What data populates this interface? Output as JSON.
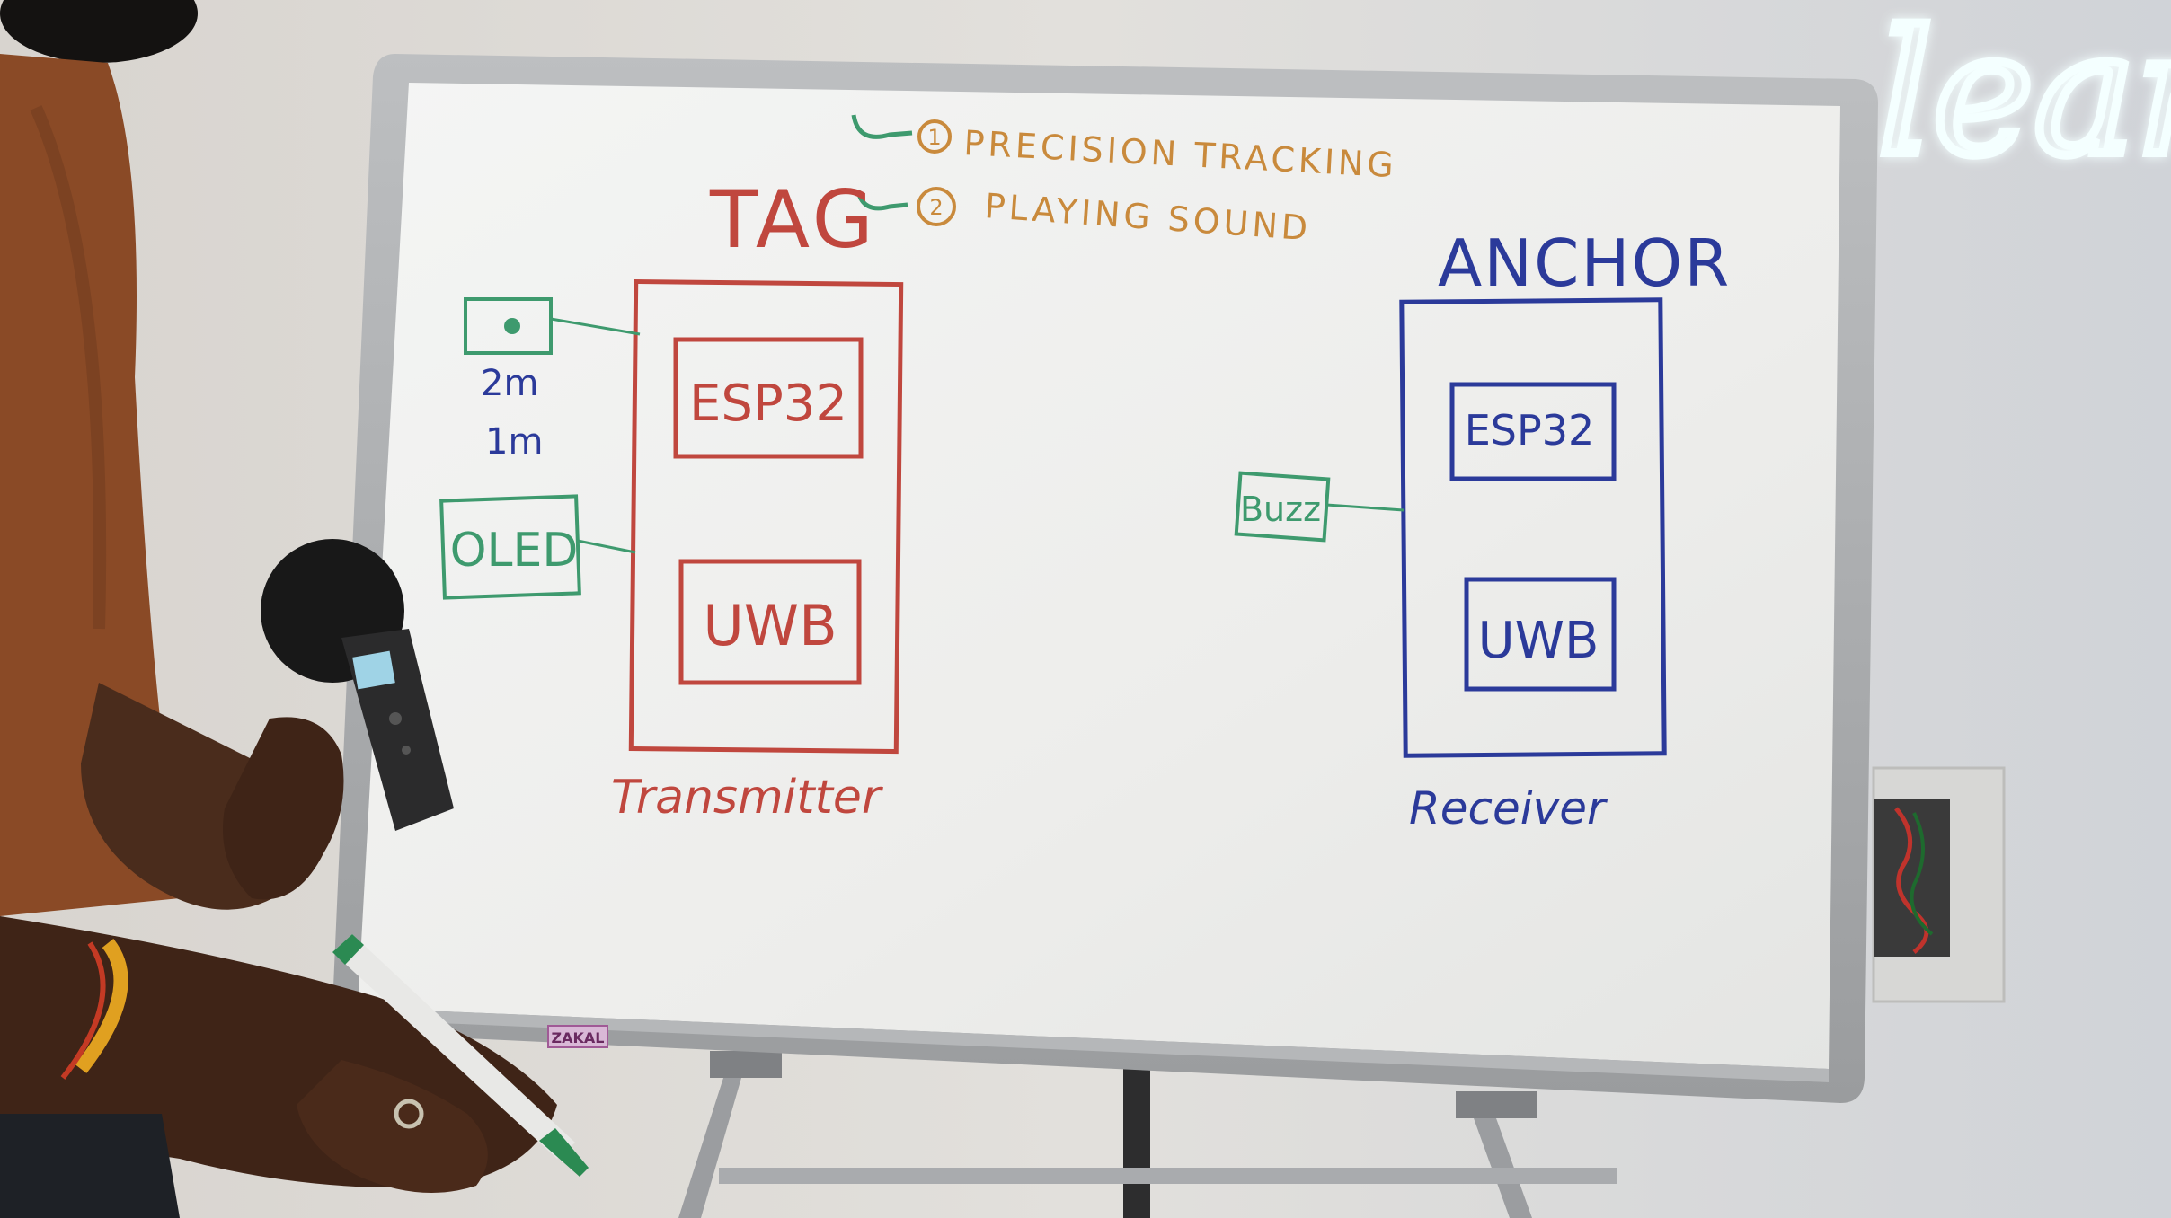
{
  "whiteboard": {
    "goals": [
      {
        "number": "1",
        "label": "PRECISION TRACKING"
      },
      {
        "number": "2",
        "label": "PLAYING SOUND"
      }
    ],
    "tag": {
      "title": "TAG",
      "modules": [
        "ESP32",
        "UWB"
      ],
      "caption": "Transmitter",
      "peripheral_label": "OLED",
      "distance_notes": [
        "2m",
        "1m"
      ]
    },
    "anchor": {
      "title": "ANCHOR",
      "modules": [
        "ESP32",
        "UWB"
      ],
      "caption": "Receiver",
      "peripheral_label": "Buzz"
    },
    "brand_sticker": "ZAKAL"
  },
  "wall_sign_text": "lear",
  "colors": {
    "tag": "#c0473e",
    "anchor": "#2b3a9a",
    "peripheral": "#3e9a6e",
    "goals": "#c98a3c",
    "neon": "#e8fbff",
    "shirt": "#8a4a26"
  }
}
